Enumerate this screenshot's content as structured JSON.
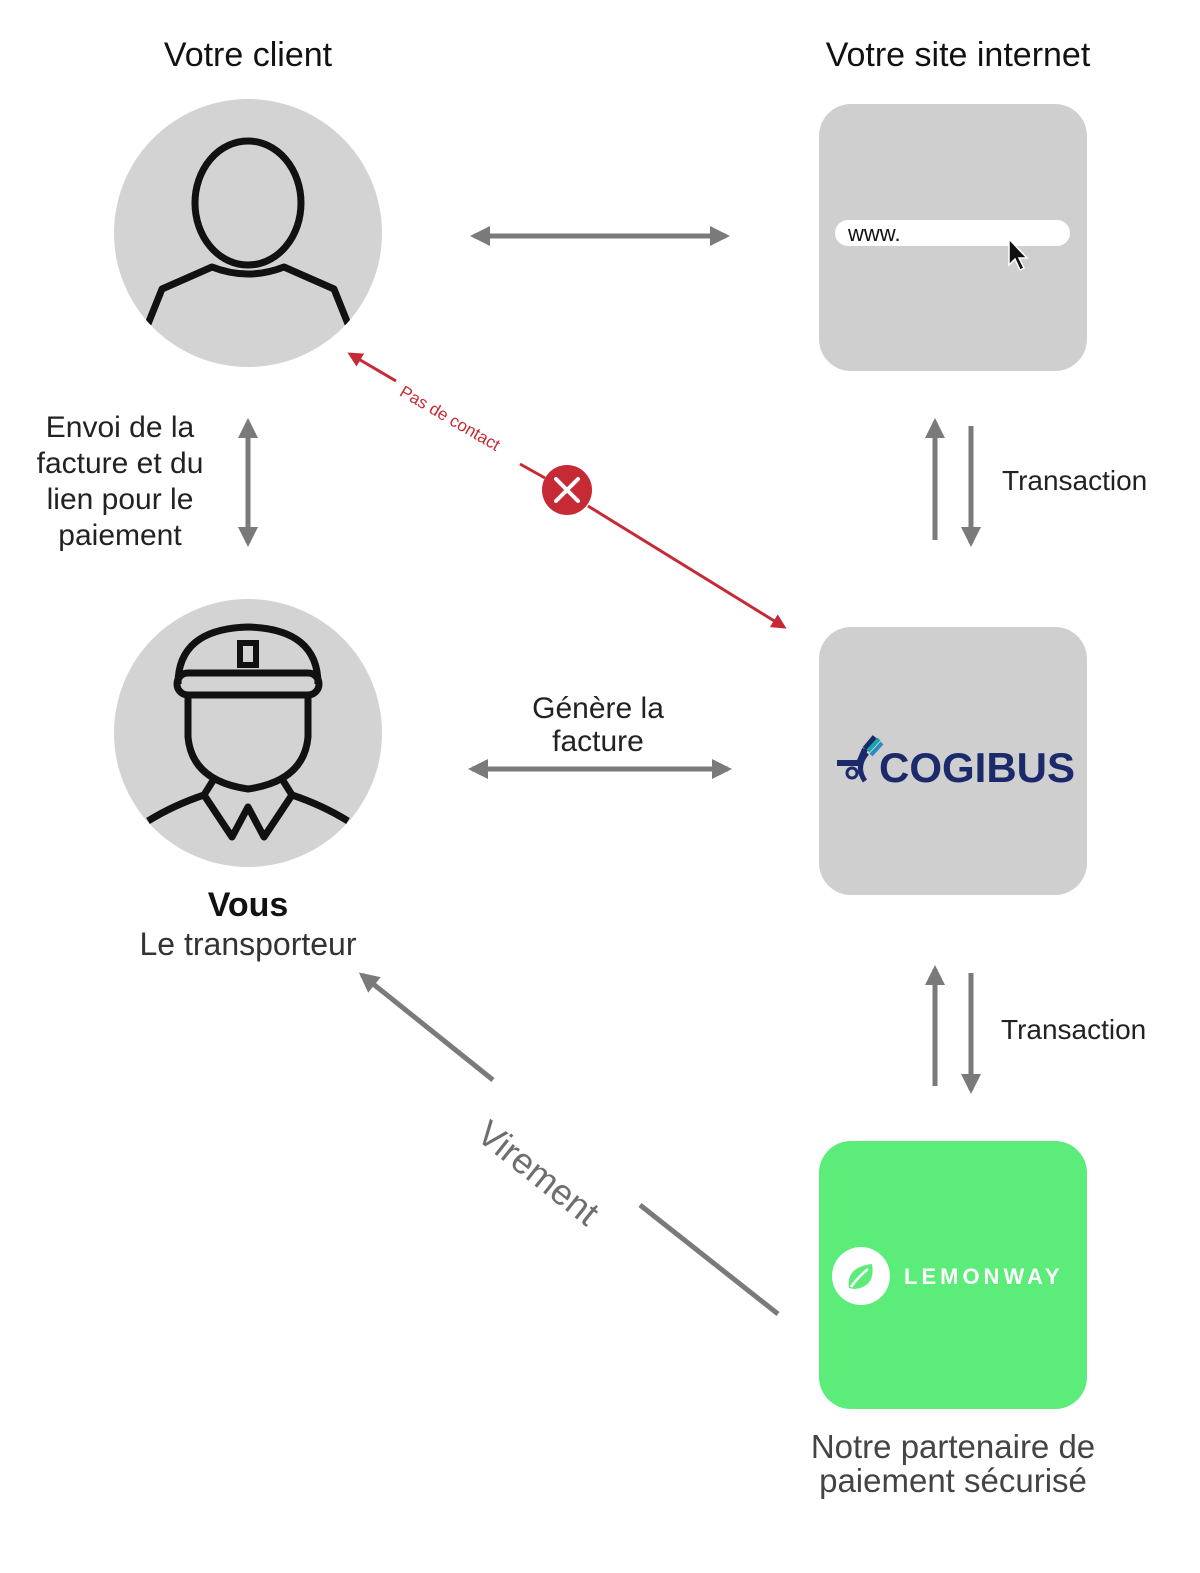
{
  "client": {
    "title": "Votre client",
    "icon": "person-icon"
  },
  "website": {
    "title": "Votre site internet",
    "url_text": "www.",
    "icon": "browser-icon"
  },
  "carrier": {
    "name": "Vous",
    "role": "Le transporteur",
    "icon": "driver-icon"
  },
  "cogibus": {
    "logo_text": "COGIBUS",
    "logo_color": "#1b2a6b",
    "accent_color": "#17a9a3"
  },
  "lemonway": {
    "logo_text": "LEMONWAY",
    "background": "#5bec7a",
    "caption_line1": "Notre partenaire de",
    "caption_line2": "paiement sécurisé"
  },
  "arrows": {
    "invoice_link": [
      "Envoi de la",
      "facture et du",
      "lien pour le",
      "paiement"
    ],
    "generate_invoice": [
      "Génère la",
      "facture"
    ],
    "transaction_top": "Transaction",
    "transaction_bottom": "Transaction",
    "transfer": "Virement",
    "no_contact": "Pas de contact"
  },
  "colors": {
    "arrow_gray": "#7a7a7a",
    "no_contact_red": "#c62b35",
    "node_gray": "#d0d0d0"
  }
}
